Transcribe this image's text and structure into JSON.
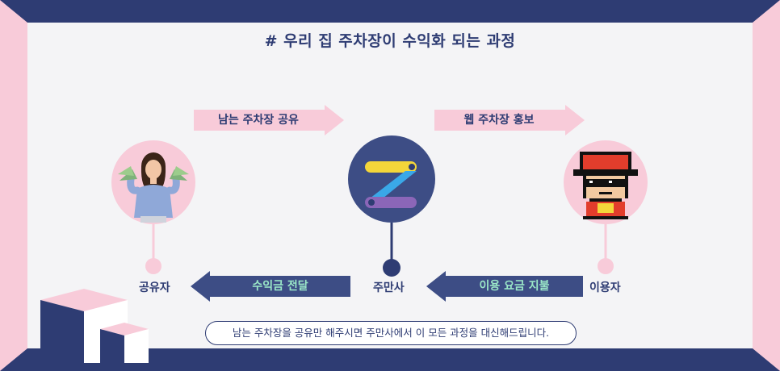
{
  "title": "# 우리 집 주차장이 수익화 되는 과정",
  "flow_top": {
    "left_arrow_label": "남는 주차장 공유",
    "right_arrow_label": "웹 주차장 홍보"
  },
  "flow_bottom": {
    "left_arrow_label": "수익금 전달",
    "right_arrow_label": "이용 요금 지불"
  },
  "nodes": {
    "sharer": "공유자",
    "jumansa": "주만사",
    "user": "이용자"
  },
  "notice": "남는 주차장을 공유만 해주시면 주만사에서 이 모든 과정을 대신해드립니다.",
  "colors": {
    "navy": "#2e3c73",
    "pink": "#f8cbd9",
    "panel": "#f4f4f6",
    "bottom_arrow_text": "#9be8c8"
  }
}
